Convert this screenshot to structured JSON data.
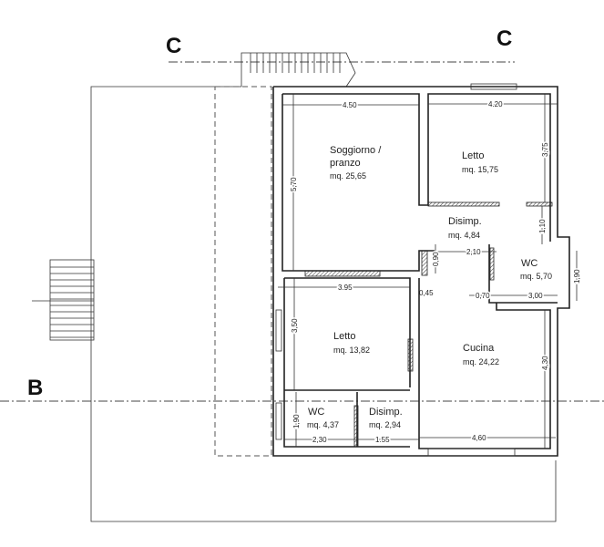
{
  "sections": {
    "top_left": "C",
    "top_right": "C",
    "left": "B"
  },
  "rooms": {
    "soggiorno": {
      "name_line1": "Soggiorno /",
      "name_line2": "pranzo",
      "area": "mq. 25,65"
    },
    "letto1": {
      "name": "Letto",
      "area": "mq. 15,75"
    },
    "disimp1": {
      "name": "Disimp.",
      "area": "mq. 4,84"
    },
    "wc1": {
      "name": "WC",
      "area": "mq. 5,70"
    },
    "letto2": {
      "name": "Letto",
      "area": "mq. 13,82"
    },
    "cucina": {
      "name": "Cucina",
      "area": "mq. 24,22"
    },
    "wc2": {
      "name": "WC",
      "area": "mq. 4,37"
    },
    "disimp2": {
      "name": "Disimp.",
      "area": "mq. 2,94"
    }
  },
  "dimensions": {
    "soggiorno_w": "4.50",
    "letto1_w": "4.20",
    "soggiorno_h": "5,70",
    "letto1_h": "3,75",
    "disimp_h": "1,10",
    "disimp_step": "0,90",
    "disimp_w": "2,10",
    "wc1_h": "1,90",
    "wall_045": "0,45",
    "wc1_offset": "0,70",
    "wc1_w": "3,00",
    "letto2_w": "3.95",
    "letto2_h": "3,50",
    "cucina_h": "4,30",
    "wc2_h": "1,90",
    "wc2_w": "2,30",
    "disimp2_w": "1.55",
    "cucina_w": "4,60"
  }
}
